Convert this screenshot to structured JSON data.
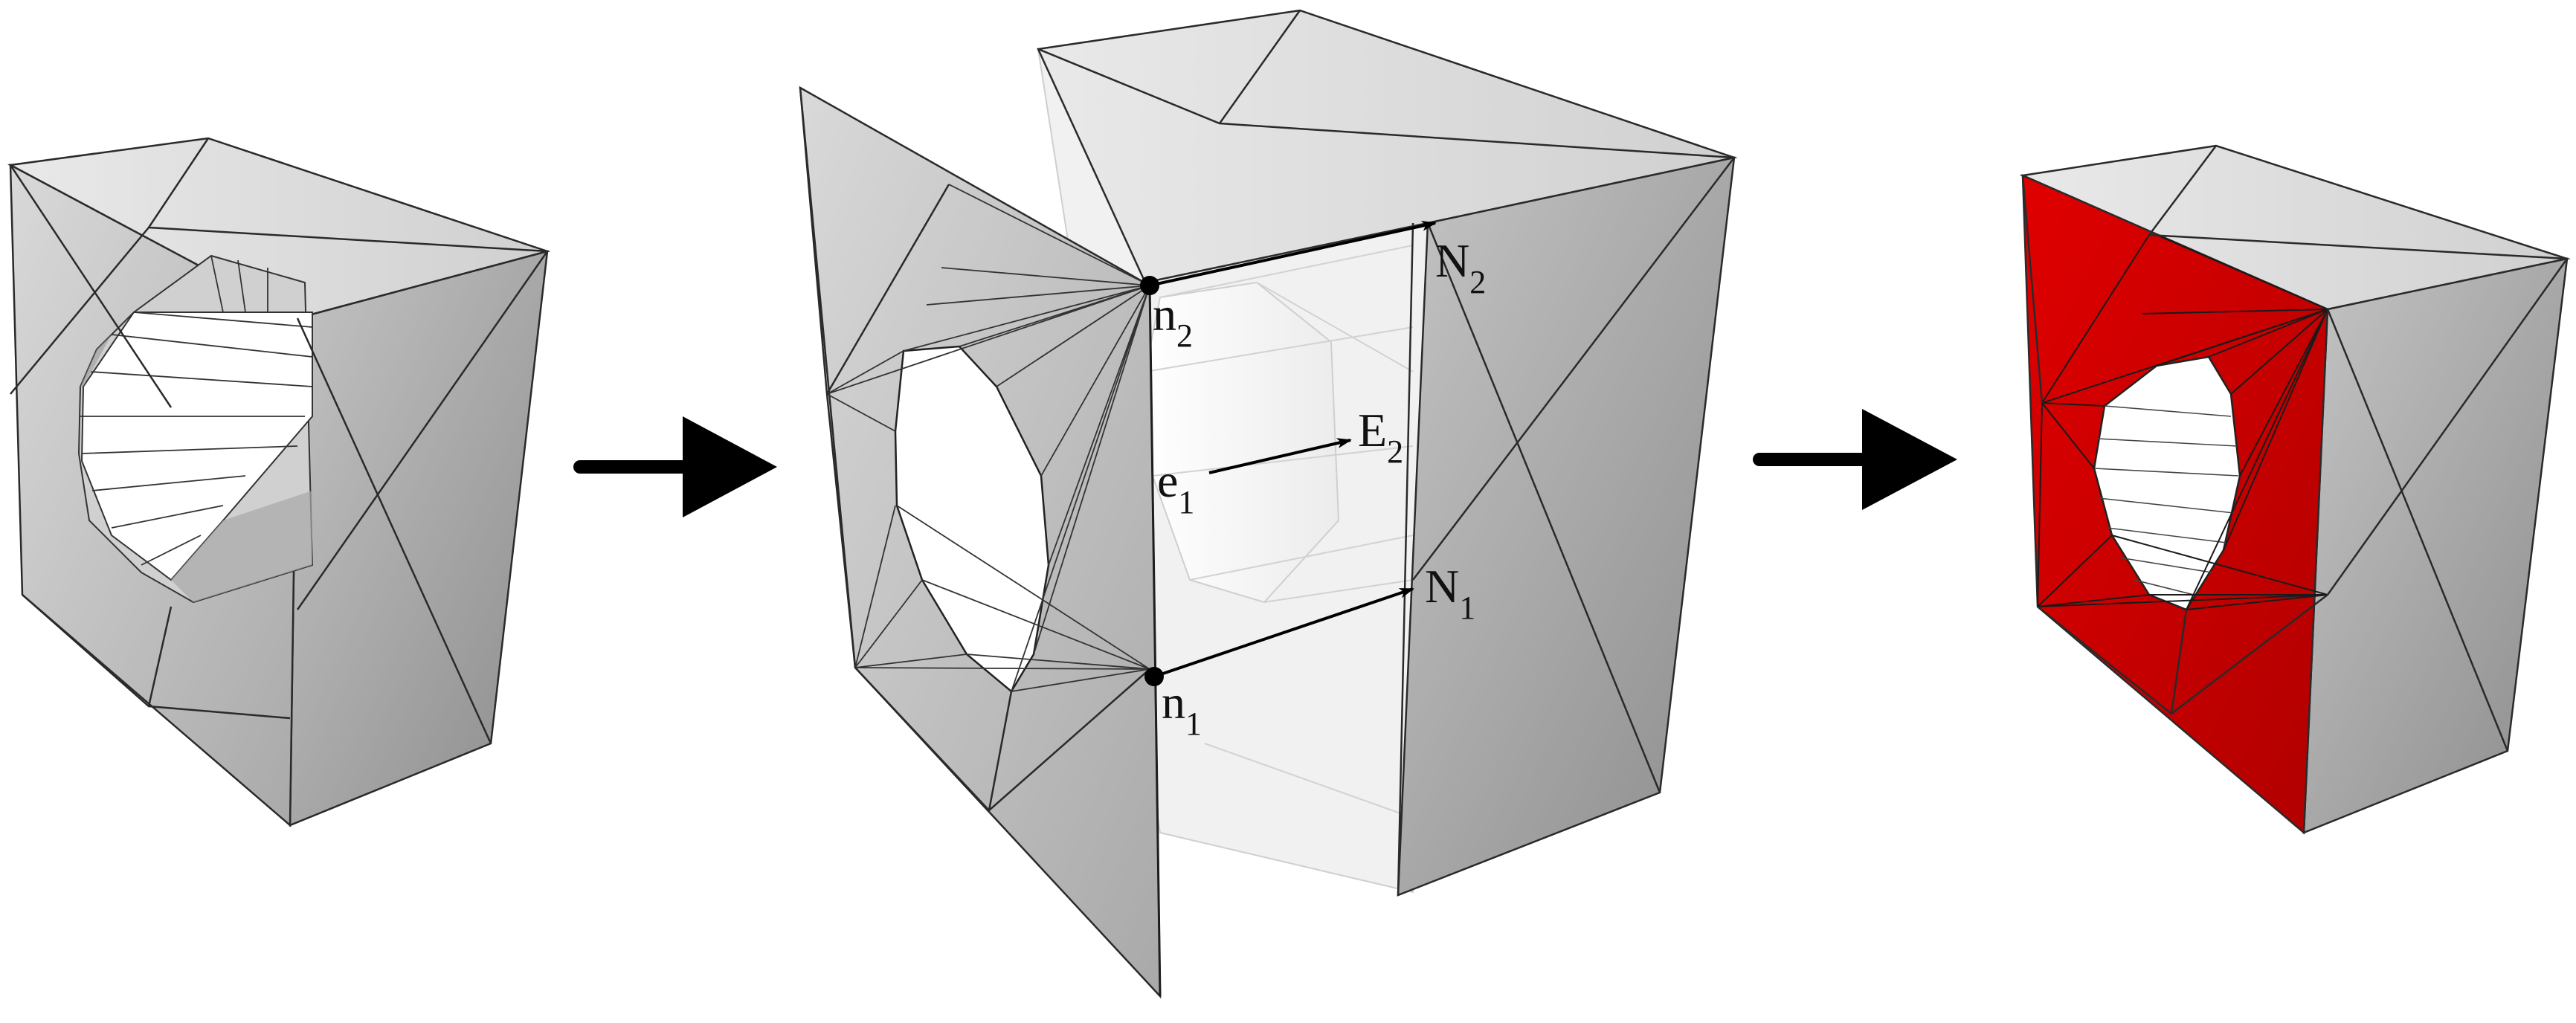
{
  "figure": {
    "labels": {
      "N2": {
        "main": "N",
        "sub": "2"
      },
      "n2": {
        "main": "n",
        "sub": "2"
      },
      "E2": {
        "main": "E",
        "sub": "2"
      },
      "e1": {
        "main": "e",
        "sub": "1"
      },
      "N1": {
        "main": "N",
        "sub": "1"
      },
      "n1": {
        "main": "n",
        "sub": "1"
      }
    },
    "colors": {
      "highlight": "#cc0000",
      "surface_light": "#e6e6e6",
      "surface_mid": "#bdbdbd",
      "surface_dark": "#8f8f8f",
      "edges": "#2a2a2a",
      "arrow": "#000000"
    }
  }
}
